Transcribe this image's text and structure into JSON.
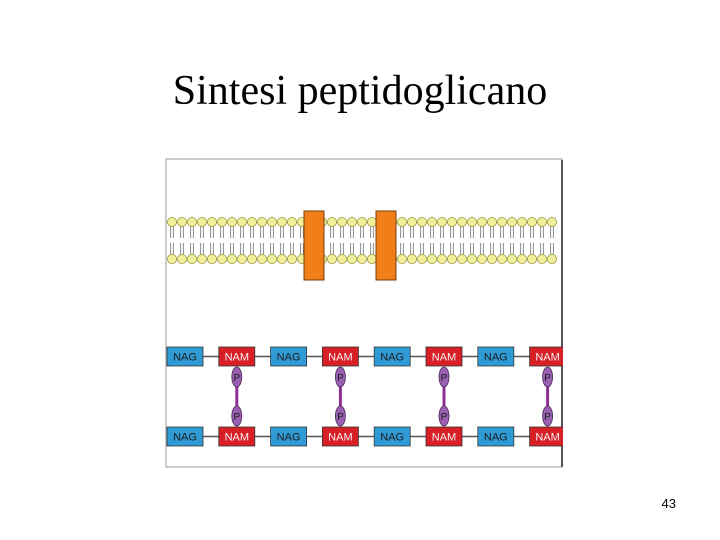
{
  "slide": {
    "title": "Sintesi peptidoglicano",
    "page_number": "43"
  },
  "diagram": {
    "membrane_proteins": 2,
    "strands": [
      {
        "units": [
          "NAG",
          "NAM",
          "NAG",
          "NAM",
          "NAG",
          "NAM",
          "NAG",
          "NAM"
        ]
      },
      {
        "units": [
          "NAG",
          "NAM",
          "NAG",
          "NAM",
          "NAG",
          "NAM",
          "NAG",
          "NAM"
        ]
      }
    ],
    "crosslinks": {
      "count": 4,
      "top_label": "P",
      "bottom_label": "P"
    },
    "colors": {
      "nag": "#2e9bd6",
      "nam": "#d91f26",
      "lipid_head": "#f2ef9a",
      "protein": "#f07f1a",
      "peptide": "#9a5fb0",
      "peptide_bar": "#8e2f92"
    }
  }
}
